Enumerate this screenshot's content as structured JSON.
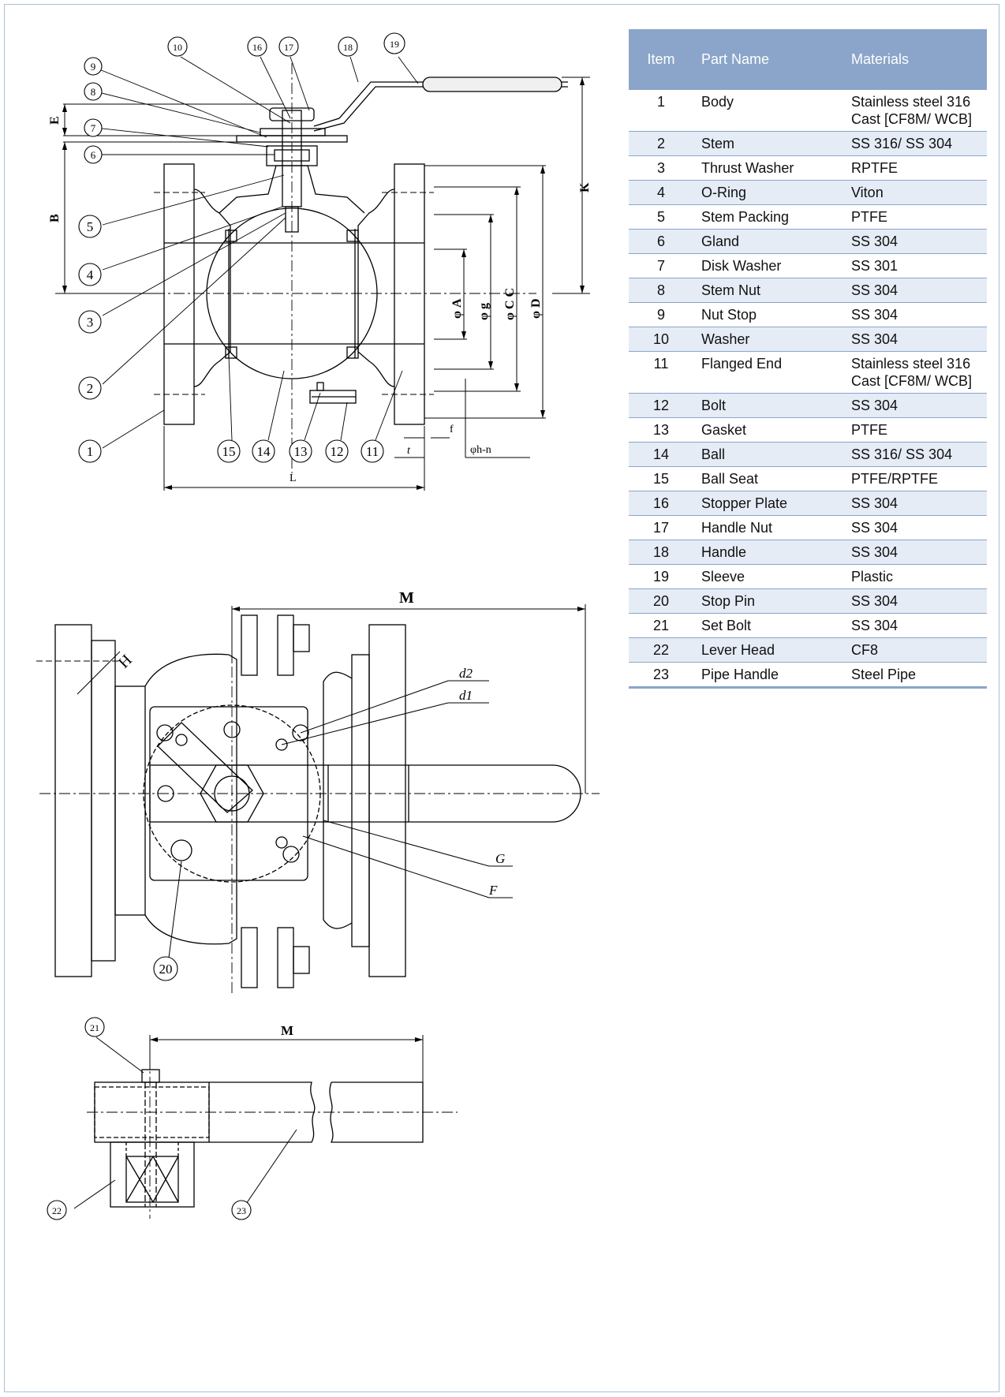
{
  "table": {
    "headers": {
      "item": "Item",
      "part_name": "Part Name",
      "materials": "Materials"
    },
    "rows": [
      {
        "item": "1",
        "part": "Body",
        "material": "Stainless steel 316 Cast [CF8M/ WCB]"
      },
      {
        "item": "2",
        "part": "Stem",
        "material": "SS 316/ SS 304"
      },
      {
        "item": "3",
        "part": "Thrust Washer",
        "material": "RPTFE"
      },
      {
        "item": "4",
        "part": "O-Ring",
        "material": "Viton"
      },
      {
        "item": "5",
        "part": "Stem Packing",
        "material": "PTFE"
      },
      {
        "item": "6",
        "part": "Gland",
        "material": "SS 304"
      },
      {
        "item": "7",
        "part": "Disk Washer",
        "material": "SS 301"
      },
      {
        "item": "8",
        "part": "Stem Nut",
        "material": "SS 304"
      },
      {
        "item": "9",
        "part": "Nut Stop",
        "material": "SS 304"
      },
      {
        "item": "10",
        "part": "Washer",
        "material": "SS 304"
      },
      {
        "item": "11",
        "part": "Flanged End",
        "material": "Stainless steel 316 Cast [CF8M/ WCB]"
      },
      {
        "item": "12",
        "part": "Bolt",
        "material": "SS 304"
      },
      {
        "item": "13",
        "part": "Gasket",
        "material": "PTFE"
      },
      {
        "item": "14",
        "part": "Ball",
        "material": "SS 316/ SS 304"
      },
      {
        "item": "15",
        "part": "Ball Seat",
        "material": "PTFE/RPTFE"
      },
      {
        "item": "16",
        "part": "Stopper Plate",
        "material": "SS 304"
      },
      {
        "item": "17",
        "part": "Handle Nut",
        "material": "SS 304"
      },
      {
        "item": "18",
        "part": "Handle",
        "material": "SS 304"
      },
      {
        "item": "19",
        "part": "Sleeve",
        "material": "Plastic"
      },
      {
        "item": "20",
        "part": "Stop Pin",
        "material": "SS 304"
      },
      {
        "item": "21",
        "part": "Set Bolt",
        "material": "SS 304"
      },
      {
        "item": "22",
        "part": "Lever Head",
        "material": "CF8"
      },
      {
        "item": "23",
        "part": "Pipe Handle",
        "material": "Steel Pipe"
      }
    ]
  },
  "drawing": {
    "callouts": [
      "1",
      "2",
      "3",
      "4",
      "5",
      "6",
      "7",
      "8",
      "9",
      "10",
      "11",
      "12",
      "13",
      "14",
      "15",
      "16",
      "17",
      "18",
      "19",
      "20",
      "21",
      "22",
      "23"
    ],
    "dims_section": {
      "E": "E",
      "B": "B",
      "K": "K",
      "L": "L",
      "f": "f",
      "t": "t",
      "A": "φ A",
      "g": "φ g",
      "C": "φ C C",
      "D": "φ D",
      "hn": "φh-n"
    },
    "dims_top": {
      "M": "M",
      "H": "H",
      "d2": "d2",
      "d1": "d1",
      "G": "G",
      "F": "F"
    },
    "dims_lever": {
      "M": "M"
    }
  }
}
